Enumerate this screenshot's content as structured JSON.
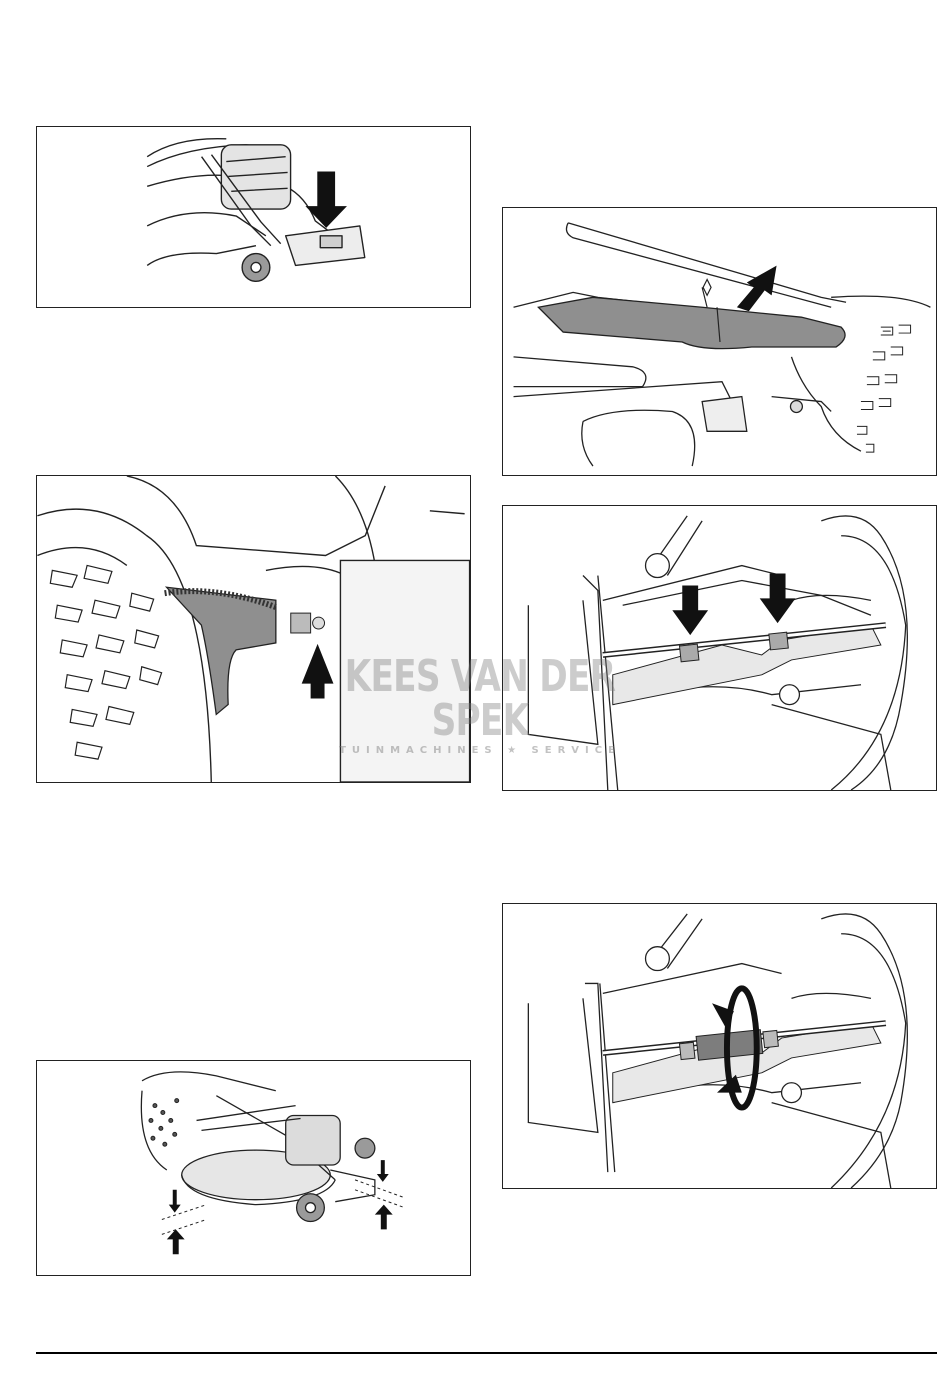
{
  "figures": [
    {
      "id": "fig1",
      "depicts": "mower-pedal-arrow-down"
    },
    {
      "id": "fig2",
      "depicts": "deck-bracket-spring-arrow-up"
    },
    {
      "id": "fig3",
      "depicts": "cutting-deck-height-arrows"
    },
    {
      "id": "fig4",
      "depicts": "deck-lift-link-arrow"
    },
    {
      "id": "fig5",
      "depicts": "rod-lock-nuts-two-arrows"
    },
    {
      "id": "fig6",
      "depicts": "rod-turnbuckle-rotate-arrows"
    }
  ],
  "watermark": {
    "main": "KEES VAN DER SPEK",
    "sub": "TUINMACHINES ★ SERVICE"
  },
  "colors": {
    "line": "#222222",
    "fill_grey": "#8f8f8f",
    "fill_light": "#d9d9d9",
    "arrow": "#111111"
  }
}
